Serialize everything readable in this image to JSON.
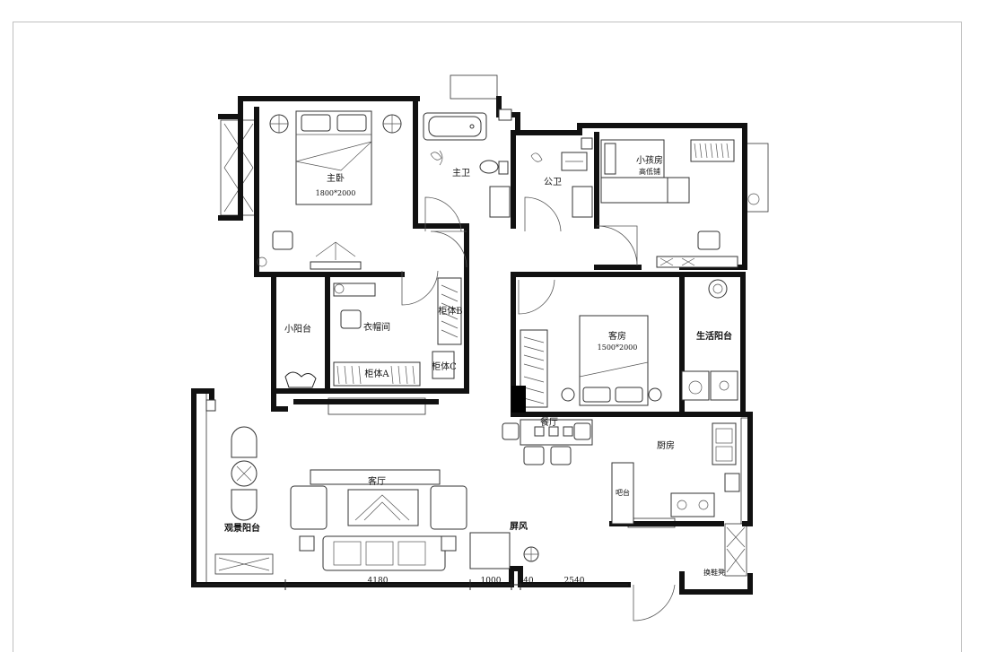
{
  "rooms": {
    "master_bedroom": "主卧",
    "master_bed_size": "1800*2000",
    "master_bath": "主卫",
    "public_bath": "公卫",
    "kids_room": "小孩房",
    "kids_bed": "高低铺",
    "small_balcony": "小阳台",
    "cloakroom": "衣帽间",
    "cabinet_a": "柜体A",
    "cabinet_b": "柜体B",
    "cabinet_c": "柜体C",
    "guest_room": "客房",
    "guest_bed_size": "1500*2000",
    "utility_balcony": "生活阳台",
    "dining": "餐厅",
    "kitchen": "厨房",
    "bar": "吧台",
    "living": "客厅",
    "view_balcony": "观景阳台",
    "screen": "屏风",
    "shoe_bench": "换鞋凳"
  },
  "dimensions": [
    "4180",
    "1000",
    "140",
    "2540"
  ]
}
